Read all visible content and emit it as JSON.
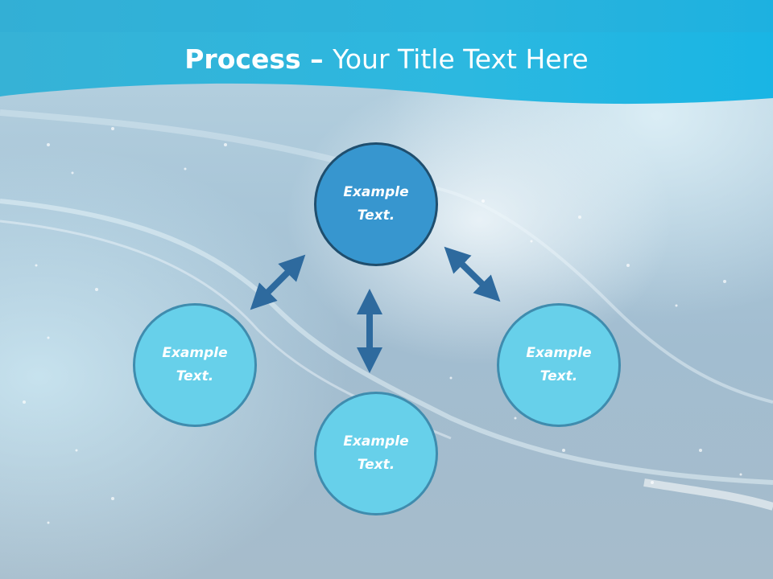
{
  "slide": {
    "title_bold": "Process",
    "title_dash": " – ",
    "title_rest": "Your Title Text Here"
  },
  "nodes": {
    "top": {
      "line1": "Example",
      "line2": "Text."
    },
    "left": {
      "line1": "Example",
      "line2": "Text."
    },
    "right": {
      "line1": "Example",
      "line2": "Text."
    },
    "bottom": {
      "line1": "Example",
      "line2": "Text."
    }
  },
  "colors": {
    "header_band": "#1fb2dc",
    "node_primary": "#3796cf",
    "node_secondary": "#67d0ea",
    "arrow": "#2e6a9e"
  }
}
